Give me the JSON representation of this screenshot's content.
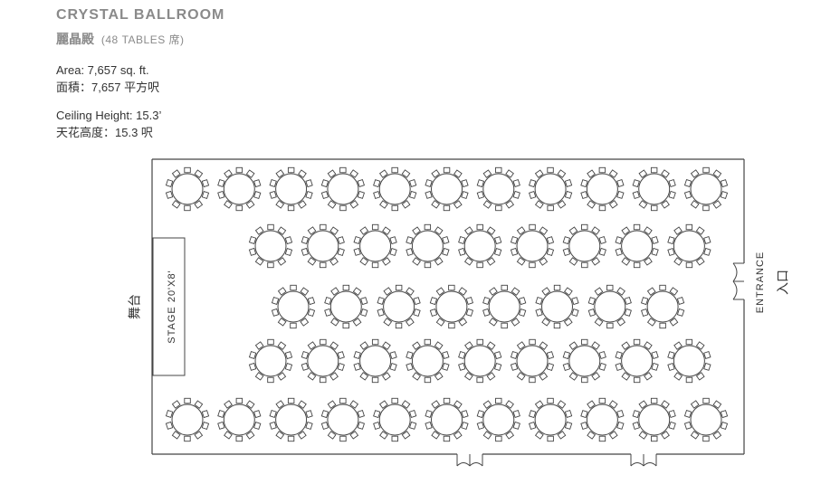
{
  "header": {
    "title": "CRYSTAL BALLROOM",
    "title_zh": "麗晶殿",
    "capacity_note": "(48 TABLES 席)"
  },
  "info": {
    "area_en": "Area: 7,657 sq. ft.",
    "area_zh": "面積：7,657 平方呎",
    "ceiling_en": "Ceiling Height: 15.3’",
    "ceiling_zh": "天花高度：15.3 呎"
  },
  "plan": {
    "stage_label": "STAGE 20'X8'",
    "stage_label_zh": "舞台",
    "entrance_label": "ENTRANCE",
    "entrance_label_zh": "入口",
    "table_rows": [
      11,
      9,
      8,
      9,
      11
    ]
  },
  "colors": {
    "line": "#444444",
    "heading": "#8a8a8a"
  }
}
